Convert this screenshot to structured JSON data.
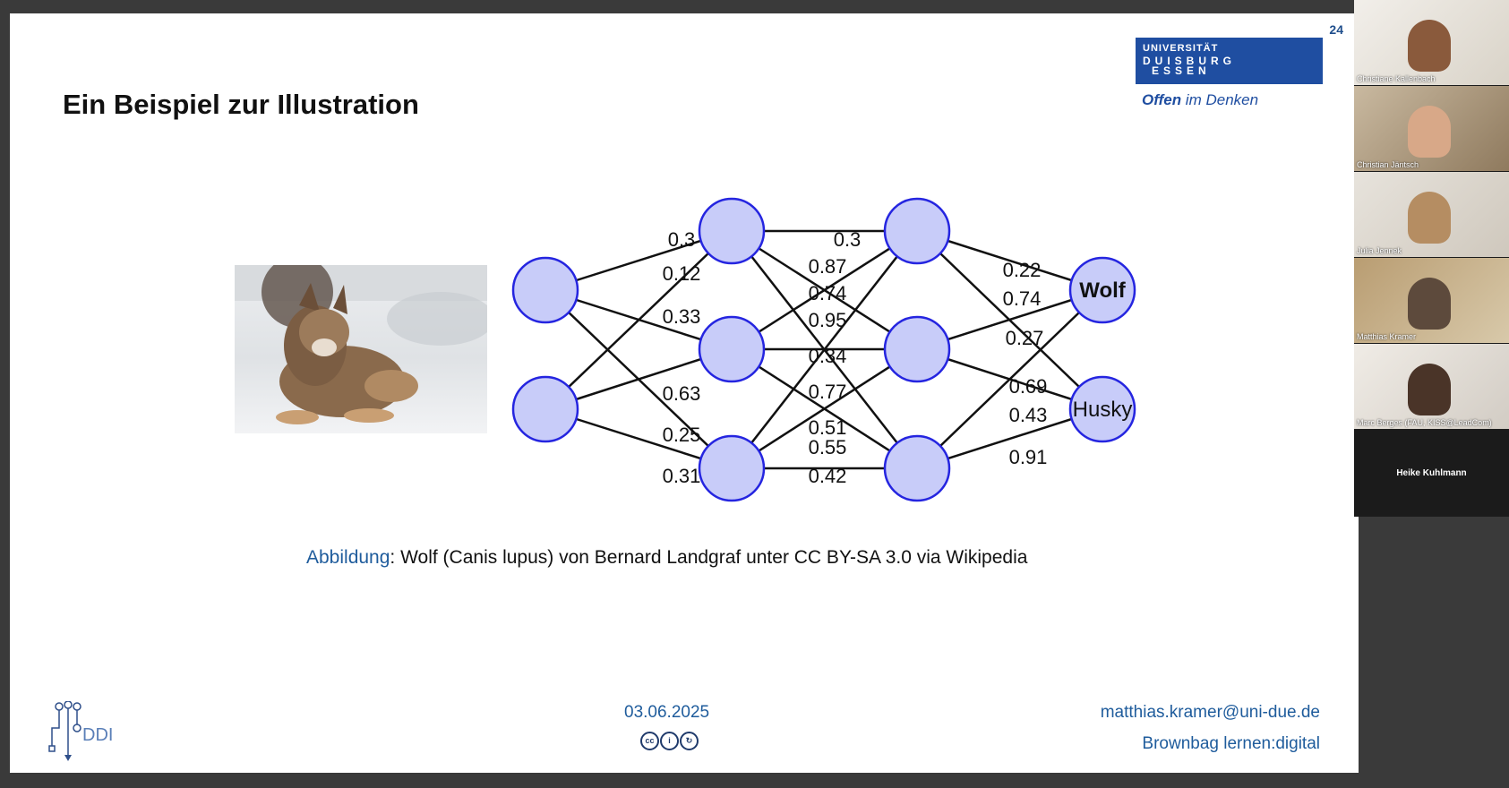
{
  "slide": {
    "page_number": "24",
    "title": "Ein Beispiel zur Illustration",
    "logo": {
      "line1": "UNIVERSITÄT",
      "line2": "DUISBURG",
      "line3": "ESSEN",
      "color": "#1f4ea1"
    },
    "tagline": {
      "strong": "Offen",
      "rest": " im Denken"
    },
    "network": {
      "node_color": "#c8ccf9",
      "node_stroke": "#2525e0",
      "output_labels": [
        "Wolf",
        "Husky"
      ],
      "weight_labels": [
        "0.3",
        "0.12",
        "0.33",
        "0.63",
        "0.25",
        "0.31",
        "0.3",
        "0.87",
        "0.74",
        "0.95",
        "0.34",
        "0.77",
        "0.51",
        "0.55",
        "0.42",
        "0.22",
        "0.74",
        "0.27",
        "0.69",
        "0.43",
        "0.91"
      ]
    },
    "caption": {
      "label": "Abbildung",
      "text": ": Wolf (Canis lupus) von Bernard Landgraf unter CC BY-SA 3.0 via Wikipedia"
    },
    "footer": {
      "ddi_text": "DDI",
      "date": "03.06.2025",
      "email": "matthias.kramer@uni-due.de",
      "event": "Brownbag lernen:digital"
    }
  },
  "participants": [
    {
      "name": "Christiane Kallenbach"
    },
    {
      "name": "Christian Jäntsch"
    },
    {
      "name": "Julia Jennek"
    },
    {
      "name": "Matthias Kramer"
    },
    {
      "name": "Marc Berges (FAU, KISS@LeadCom)"
    },
    {
      "name": "Heike Kuhlmann"
    }
  ]
}
